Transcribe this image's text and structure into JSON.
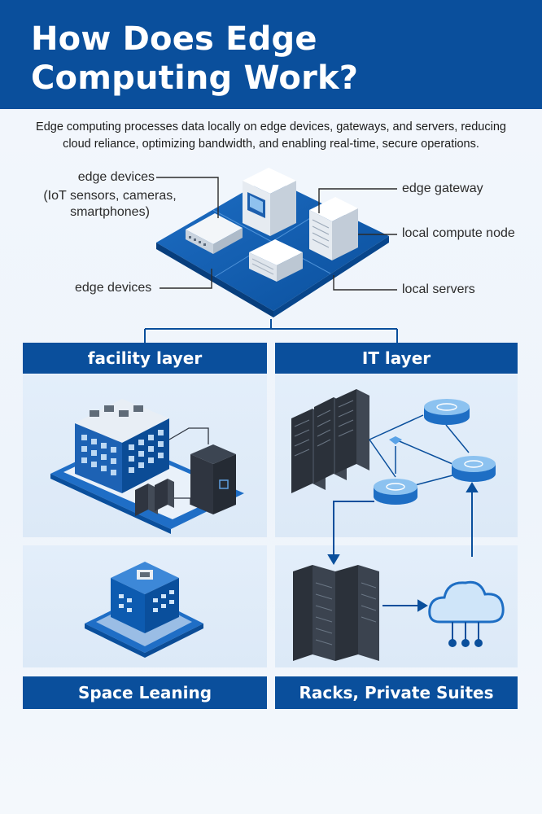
{
  "header": {
    "title_line1": "How Does Edge",
    "title_line2": "Computing Work?"
  },
  "intro": {
    "line1": "Edge computing processes data locally on edge devices, gateways, and servers, reducing",
    "line2": "cloud reliance, optimizing bandwidth, and enabling real-time, secure operations."
  },
  "top_labels": {
    "edge_devices_iot_line1": "edge devices",
    "edge_devices_iot_line2": "(IoT sensors, cameras,",
    "edge_devices_iot_line3": "smartphones)",
    "edge_devices": "edge devices",
    "edge_gateway": "edge gateway",
    "local_compute_node": "local compute node",
    "local_servers": "local servers"
  },
  "layers": {
    "facility": "facility layer",
    "it": "IT layer"
  },
  "bottom_bands": {
    "left": "Space Leaning",
    "right": "Racks, Private Suites"
  },
  "colors": {
    "brand_blue": "#0a4f9c",
    "panel_bg": "#dde9f7",
    "dark_rack": "#2f3540"
  }
}
